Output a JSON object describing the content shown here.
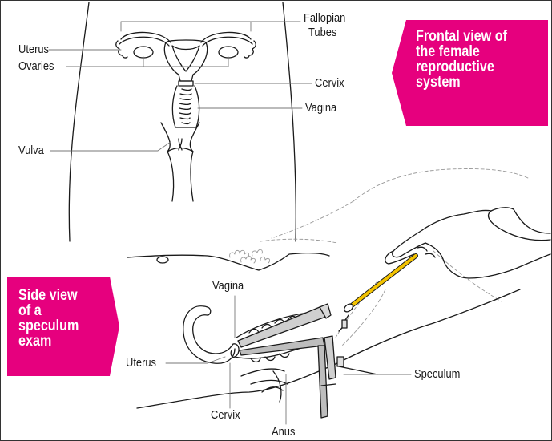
{
  "frontal_labels": {
    "fallopian_line1": "Fallopian",
    "fallopian_line2": "Tubes",
    "uterus": "Uterus",
    "ovaries": "Ovaries",
    "cervix": "Cervix",
    "vagina": "Vagina",
    "vulva": "Vulva"
  },
  "frontal_banner": {
    "lines": [
      "Frontal view of",
      "the female",
      "reproductive",
      "system"
    ]
  },
  "side_labels": {
    "vagina": "Vagina",
    "uterus": "Uterus",
    "cervix": "Cervix",
    "anus": "Anus",
    "speculum": "Speculum"
  },
  "side_banner": {
    "lines": [
      "Side view",
      "of a",
      "speculum",
      "exam"
    ]
  },
  "colors": {
    "accent": "#e6007e",
    "swab": "#f2c200",
    "ink": "#1a1a1a"
  }
}
